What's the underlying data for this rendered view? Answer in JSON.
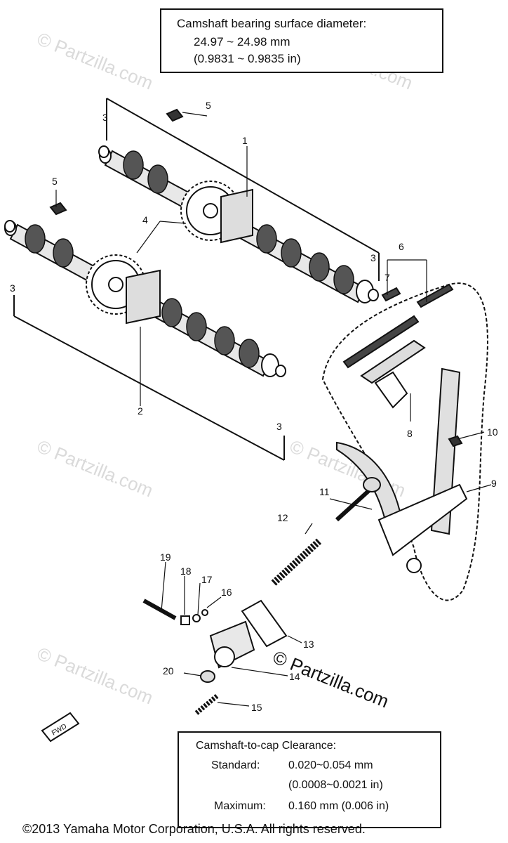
{
  "spec_top": {
    "title": "Camshaft bearing surface diameter:",
    "mm": "24.97 ~ 24.98 mm",
    "inch": "(0.9831 ~ 0.9835 in)"
  },
  "spec_bottom": {
    "title": "Camshaft-to-cap Clearance:",
    "standard_label": "Standard:",
    "standard_mm": "0.020~0.054 mm",
    "standard_in": "(0.0008~0.0021 in)",
    "maximum_label": "Maximum:",
    "maximum_value": "0.160 mm (0.006 in)"
  },
  "watermark": "© Partzilla.com",
  "watermark_main": "© Partzilla.com",
  "fwd_label": "FWD",
  "copyright": "©2013  Yamaha Motor Corporation, U.S.A. All rights reserved.",
  "callouts": {
    "c1": "1",
    "c2": "2",
    "c3a": "3",
    "c3b": "3",
    "c3c": "3",
    "c3d": "3",
    "c4": "4",
    "c5a": "5",
    "c5b": "5",
    "c6": "6",
    "c7": "7",
    "c8": "8",
    "c9": "9",
    "c10": "10",
    "c11": "11",
    "c12": "12",
    "c13": "13",
    "c14": "14",
    "c15": "15",
    "c16": "16",
    "c17": "17",
    "c18": "18",
    "c19": "19",
    "c20": "20"
  }
}
